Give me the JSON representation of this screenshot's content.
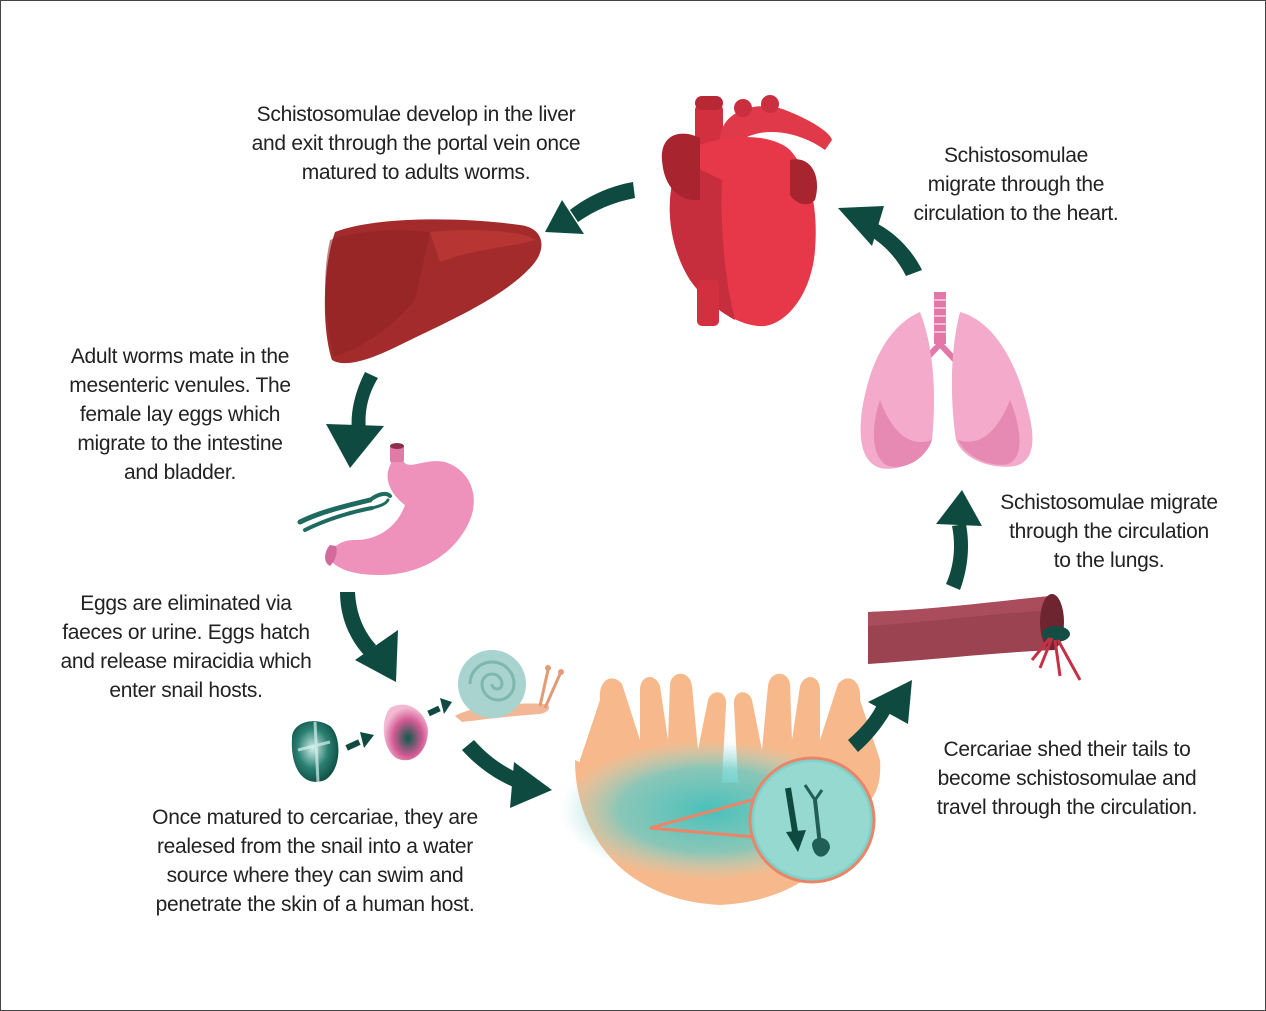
{
  "captions": {
    "liver": [
      "Schistosomulae develop in the liver",
      "and exit through the portal vein once",
      "matured to adults worms."
    ],
    "heart": [
      "Schistosomulae",
      "migrate through the",
      "circulation to the heart."
    ],
    "worms": [
      "Adult worms mate in the",
      "mesenteric venules. The",
      "female lay eggs which",
      "migrate to the intestine",
      "and bladder."
    ],
    "lungs": [
      "Schistosomulae migrate",
      "through the circulation",
      "to the lungs."
    ],
    "eggs": [
      "Eggs are eliminated via",
      "faeces or urine. Eggs hatch",
      "and release miracidia which",
      "enter snail hosts."
    ],
    "cercariae": [
      "Cercariae shed their tails to",
      "become schistosomulae and",
      "travel through the circulation."
    ],
    "snail": [
      "Once matured to cercariae, they are",
      "realesed from the snail into a water",
      "source where they can swim and",
      "penetrate the skin of a human host."
    ]
  },
  "colors": {
    "arrow": "#0f4a40",
    "liver": "#a42b2b",
    "heart": "#e33a4b",
    "lungs": "#f0a8c6",
    "stomach": "#ec8fb8",
    "vessel": "#9c4350",
    "hands": "#f6b88a",
    "water": "#4fc4c0",
    "snail_shell": "#a9d3cf"
  },
  "icons": [
    "liver-icon",
    "heart-icon",
    "lungs-icon",
    "stomach-icon",
    "worm-icon",
    "egg-icon",
    "miracidium-icon",
    "snail-icon",
    "hands-water-icon",
    "blood-vessel-icon",
    "cercaria-icon"
  ]
}
